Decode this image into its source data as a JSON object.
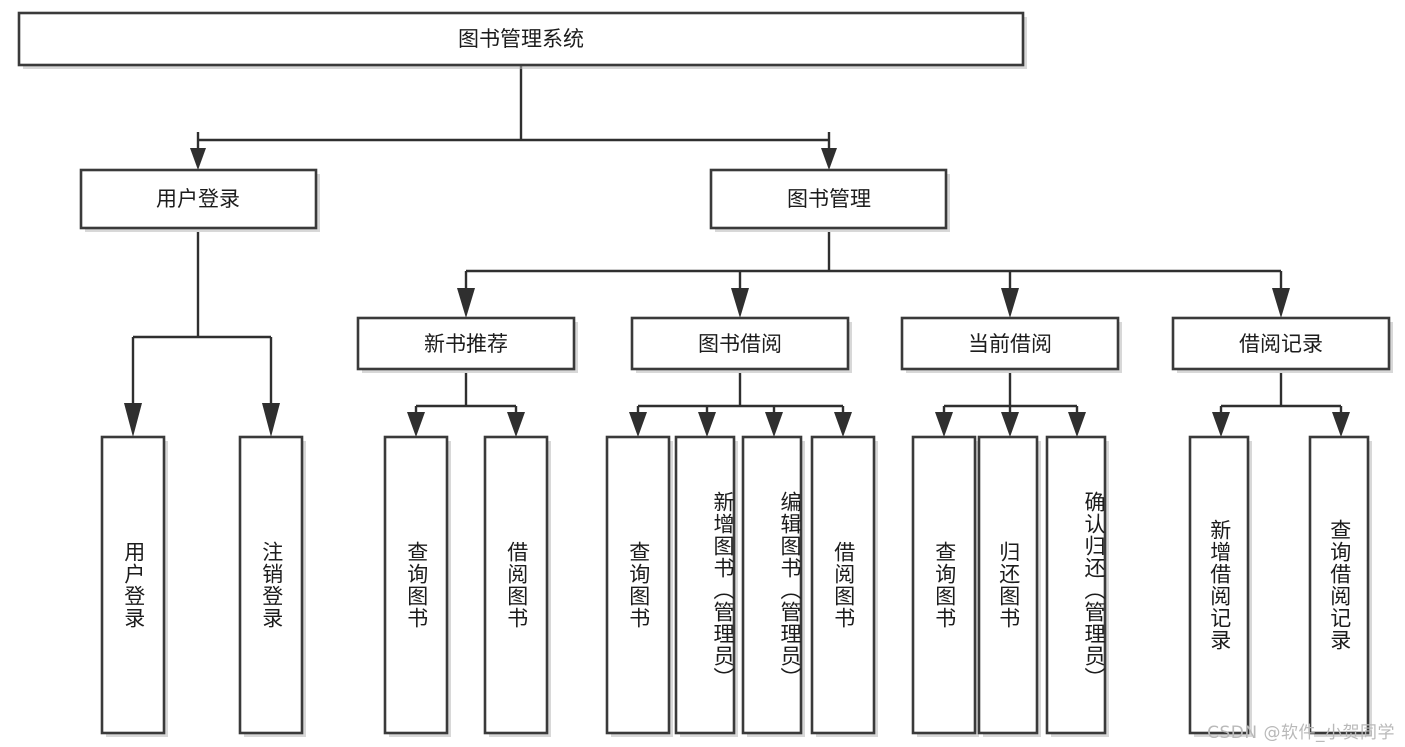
{
  "diagram": {
    "title": "图书管理系统",
    "type": "hierarchy-tree",
    "watermark": "CSDN @软件_小贺同学",
    "colors": {
      "box_stroke": "#3a3a3a",
      "connector": "#2f2f2f",
      "background": "#ffffff",
      "text": "#1c1c1c",
      "watermark": "#b9b9b9"
    },
    "levels": {
      "root": {
        "label": "图书管理系统"
      },
      "level2": [
        {
          "id": "user-login",
          "label": "用户登录"
        },
        {
          "id": "book-manage",
          "label": "图书管理"
        }
      ],
      "level3": [
        {
          "id": "new-book-recommend",
          "label": "新书推荐",
          "parent": "book-manage"
        },
        {
          "id": "book-borrow",
          "label": "图书借阅",
          "parent": "book-manage"
        },
        {
          "id": "current-borrow",
          "label": "当前借阅",
          "parent": "book-manage"
        },
        {
          "id": "borrow-record",
          "label": "借阅记录",
          "parent": "book-manage"
        }
      ],
      "leaves": [
        {
          "id": "leaf-user-login",
          "label": "用户登录",
          "parent": "user-login"
        },
        {
          "id": "leaf-user-logout",
          "label": "注销登录",
          "parent": "user-login"
        },
        {
          "id": "leaf-query-book-1",
          "label": "查询图书",
          "parent": "new-book-recommend"
        },
        {
          "id": "leaf-borrow-book-1",
          "label": "借阅图书",
          "parent": "new-book-recommend"
        },
        {
          "id": "leaf-query-book-2",
          "label": "查询图书",
          "parent": "book-borrow"
        },
        {
          "id": "leaf-add-book",
          "label": "新增图书（管理员）",
          "parent": "book-borrow"
        },
        {
          "id": "leaf-edit-book",
          "label": "编辑图书（管理员）",
          "parent": "book-borrow"
        },
        {
          "id": "leaf-borrow-book-2",
          "label": "借阅图书",
          "parent": "book-borrow"
        },
        {
          "id": "leaf-query-book-3",
          "label": "查询图书",
          "parent": "current-borrow"
        },
        {
          "id": "leaf-return-book",
          "label": "归还图书",
          "parent": "current-borrow"
        },
        {
          "id": "leaf-confirm-return",
          "label": "确认归还（管理员）",
          "parent": "current-borrow"
        },
        {
          "id": "leaf-add-record",
          "label": "新增借阅记录",
          "parent": "borrow-record"
        },
        {
          "id": "leaf-query-record",
          "label": "查询借阅记录",
          "parent": "borrow-record"
        }
      ]
    }
  }
}
